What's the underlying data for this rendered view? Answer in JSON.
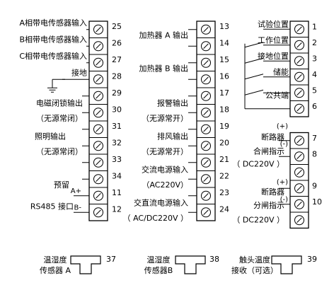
{
  "blocks": [
    {
      "terminals": [
        {
          "num": "25",
          "label": "A相带电传感器输入"
        },
        {
          "num": "26",
          "label": "B相带电传感器输入"
        },
        {
          "num": "27",
          "label": "C相带电传感器输入"
        },
        {
          "num": "28",
          "label": "接地"
        },
        {
          "num": "29",
          "label": ""
        },
        {
          "num": "30",
          "label": ""
        },
        {
          "num": "31",
          "label": ""
        },
        {
          "num": "32",
          "label": ""
        },
        {
          "num": "33",
          "label": ""
        },
        {
          "num": "34",
          "label": ""
        },
        {
          "num": "11",
          "label": ""
        },
        {
          "num": "12",
          "label": ""
        }
      ],
      "notes": [
        {
          "text": "电磁闭锁输出",
          "row": 5
        },
        {
          "text": "（无源常闭）",
          "row": 6
        },
        {
          "text": "照明输出",
          "row": 7
        },
        {
          "text": "（无源常闭）",
          "row": 8
        },
        {
          "text": "预留",
          "row": 10
        },
        {
          "text": "RS485 接口",
          "row": 11
        }
      ],
      "signs": [
        {
          "text": "A+",
          "row": 10
        },
        {
          "text": "B-",
          "row": 11
        }
      ]
    },
    {
      "terminals": [
        {
          "num": "13",
          "label": ""
        },
        {
          "num": "14",
          "label": ""
        },
        {
          "num": "15",
          "label": ""
        },
        {
          "num": "16",
          "label": ""
        },
        {
          "num": "17",
          "label": ""
        },
        {
          "num": "18",
          "label": ""
        },
        {
          "num": "19",
          "label": ""
        },
        {
          "num": "20",
          "label": ""
        },
        {
          "num": "21",
          "label": ""
        },
        {
          "num": "22",
          "label": ""
        },
        {
          "num": "23",
          "label": ""
        },
        {
          "num": "24",
          "label": ""
        }
      ],
      "notes": [
        {
          "text": "加热器 A 输出",
          "row": 1
        },
        {
          "text": "加热器 B 输出",
          "row": 3
        },
        {
          "text": "报警输出",
          "row": 5
        },
        {
          "text": "（无源常开）",
          "row": 6
        },
        {
          "text": "排风输出",
          "row": 7
        },
        {
          "text": "（无源常开）",
          "row": 8
        },
        {
          "text": "交流电源输入",
          "row": 9
        },
        {
          "text": "（AC220V）",
          "row": 10
        },
        {
          "text": "交直流电源输入",
          "row": 11
        },
        {
          "text": "（ AC/DC220V ）",
          "row": 12
        }
      ],
      "signs": []
    },
    {
      "terminals": [
        {
          "num": "1"
        },
        {
          "num": "2"
        },
        {
          "num": "3"
        },
        {
          "num": "4"
        },
        {
          "num": "5"
        },
        {
          "num": "6"
        },
        {
          "num": "7"
        },
        {
          "num": "8"
        },
        {
          "num": "9"
        },
        {
          "num": "10"
        }
      ],
      "positions": [
        "试验位置",
        "工作位置",
        "接地位置",
        "储能",
        "公共端"
      ],
      "notes": [
        {
          "text": "断路器",
          "slot": 7.3
        },
        {
          "text": "合闸指示",
          "slot": 8.2
        },
        {
          "text": "（ DC220V ）",
          "slot": 9.0
        },
        {
          "text": "断路器",
          "slot": 10.75
        },
        {
          "text": "分闸指示",
          "slot": 11.6
        },
        {
          "text": "（ DC220V ）",
          "slot": 12.5
        }
      ],
      "signs": [
        {
          "text": "(+)",
          "slot": 6.6
        },
        {
          "text": "(-)",
          "slot": 7.7
        },
        {
          "text": "(+)",
          "slot": 10.1
        },
        {
          "text": "(-)",
          "slot": 11.2
        }
      ]
    }
  ],
  "sensors": [
    {
      "line1": "温湿度",
      "line2": "传感器 A",
      "num": "37"
    },
    {
      "line1": "温湿度",
      "line2": "传感器B",
      "num": "38"
    },
    {
      "line1": "触头温度",
      "line2": "接收（可选）",
      "num": "39"
    }
  ]
}
